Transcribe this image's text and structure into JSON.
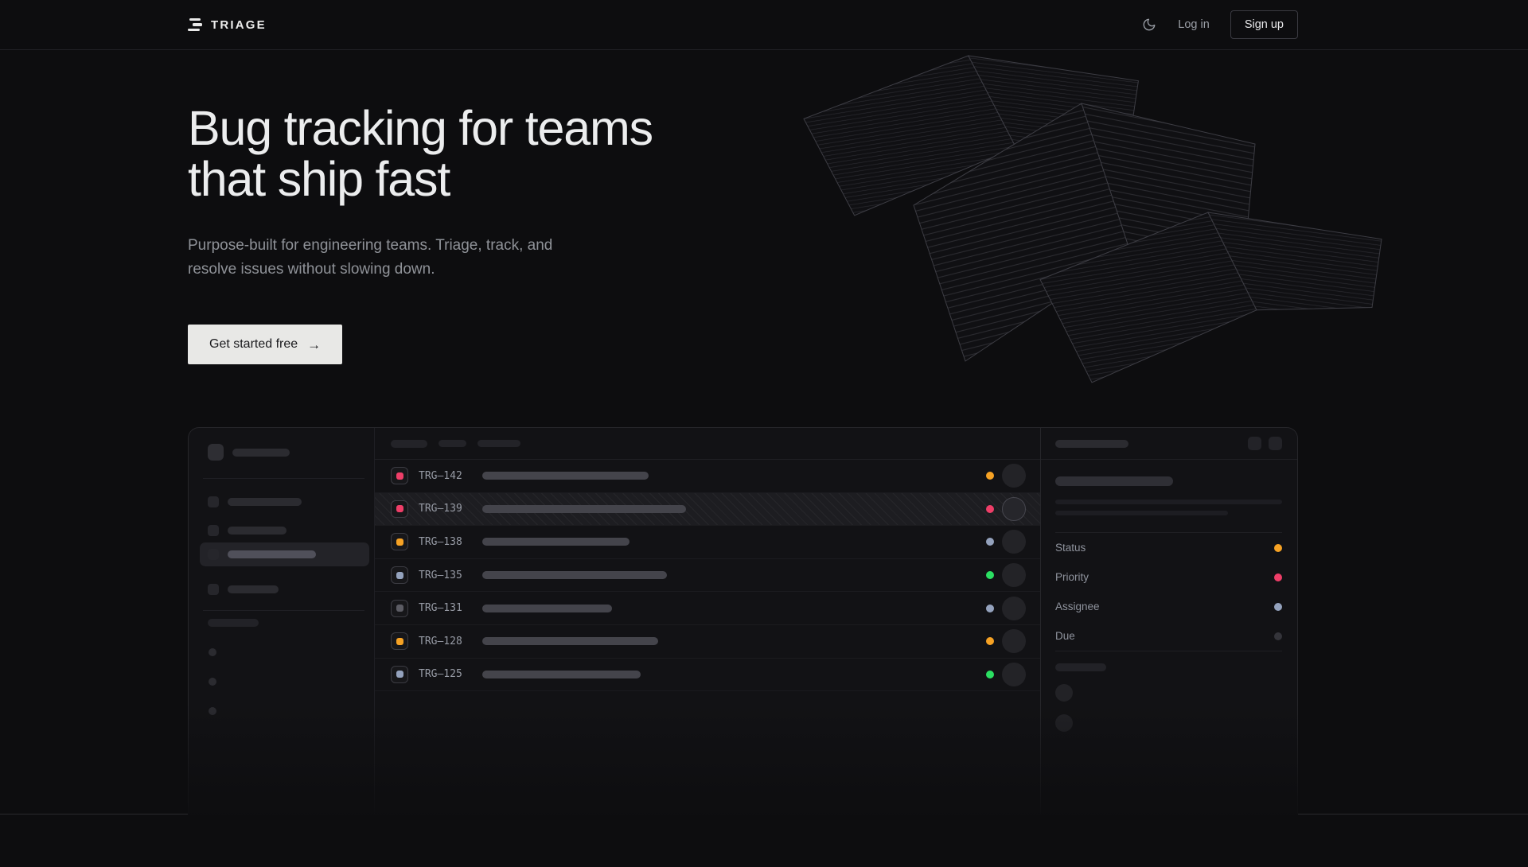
{
  "brand": {
    "name": "TRIAGE"
  },
  "navbar": {
    "theme_icon": "moon-icon",
    "login_label": "Log in",
    "signup_label": "Sign up"
  },
  "hero": {
    "heading_line1": "Bug tracking for teams",
    "heading_line2": "that ship fast",
    "subheading_line1": "Purpose-built for engineering teams. Triage, track, and",
    "subheading_line2": "resolve issues without slowing down.",
    "cta_label": "Get started free",
    "cta_arrow": "→"
  },
  "colors": {
    "amber": "#f6a224",
    "pink": "#ee3e68",
    "green": "#2bdf62",
    "slate": "#94a2bd",
    "gray": "#5c5c64",
    "dim": "#34343a",
    "accent_bg": "#e8e8e6"
  },
  "mockup": {
    "list": {
      "rows": [
        {
          "id": "TRG–142",
          "icon_color": "#ee3e68",
          "status_color": "#f6a224",
          "selected": false
        },
        {
          "id": "TRG–139",
          "icon_color": "#ee3e68",
          "status_color": "#ee3e68",
          "selected": true
        },
        {
          "id": "TRG–138",
          "icon_color": "#f6a224",
          "status_color": "#94a2bd",
          "selected": false
        },
        {
          "id": "TRG–135",
          "icon_color": "#94a2bd",
          "status_color": "#2bdf62",
          "selected": false
        },
        {
          "id": "TRG–131",
          "icon_color": "#5c5c64",
          "status_color": "#94a2bd",
          "selected": false
        },
        {
          "id": "TRG–128",
          "icon_color": "#f6a224",
          "status_color": "#f6a224",
          "selected": false
        },
        {
          "id": "TRG–125",
          "icon_color": "#94a2bd",
          "status_color": "#2bdf62",
          "selected": false
        }
      ]
    },
    "detail": {
      "fields": [
        {
          "label": "Status",
          "dot_color": "#f6a224"
        },
        {
          "label": "Priority",
          "dot_color": "#ee3e68"
        },
        {
          "label": "Assignee",
          "dot_color": "#94a2bd"
        },
        {
          "label": "Due",
          "dot_color": "#34343a"
        }
      ]
    }
  }
}
